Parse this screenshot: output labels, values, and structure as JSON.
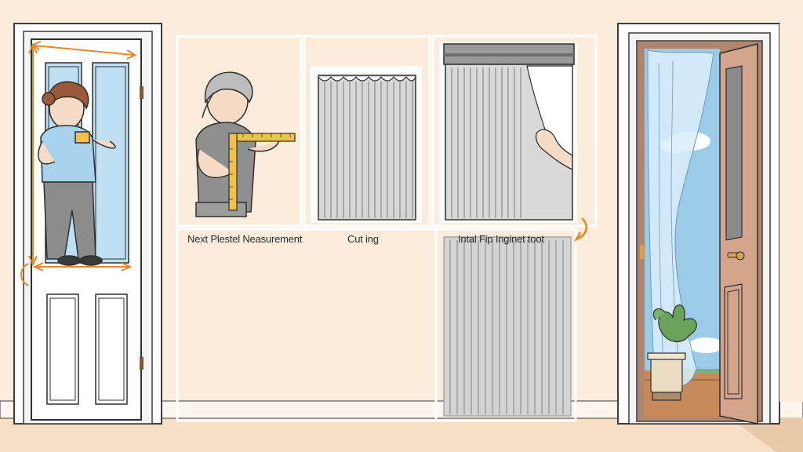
{
  "captions": {
    "measurement": "Next Plestel Neasurement",
    "cutting": "Cut ing",
    "install": "Intal Fip Inginet toot"
  },
  "colors": {
    "wall": "#fbecdb",
    "floor": "#f6dfc4",
    "door_white": "#ffffff",
    "door_wood": "#c99b82",
    "accent_orange": "#e8872a",
    "curtain_gray": "#c7c7c7",
    "sky_blue": "#9ccbe8"
  }
}
